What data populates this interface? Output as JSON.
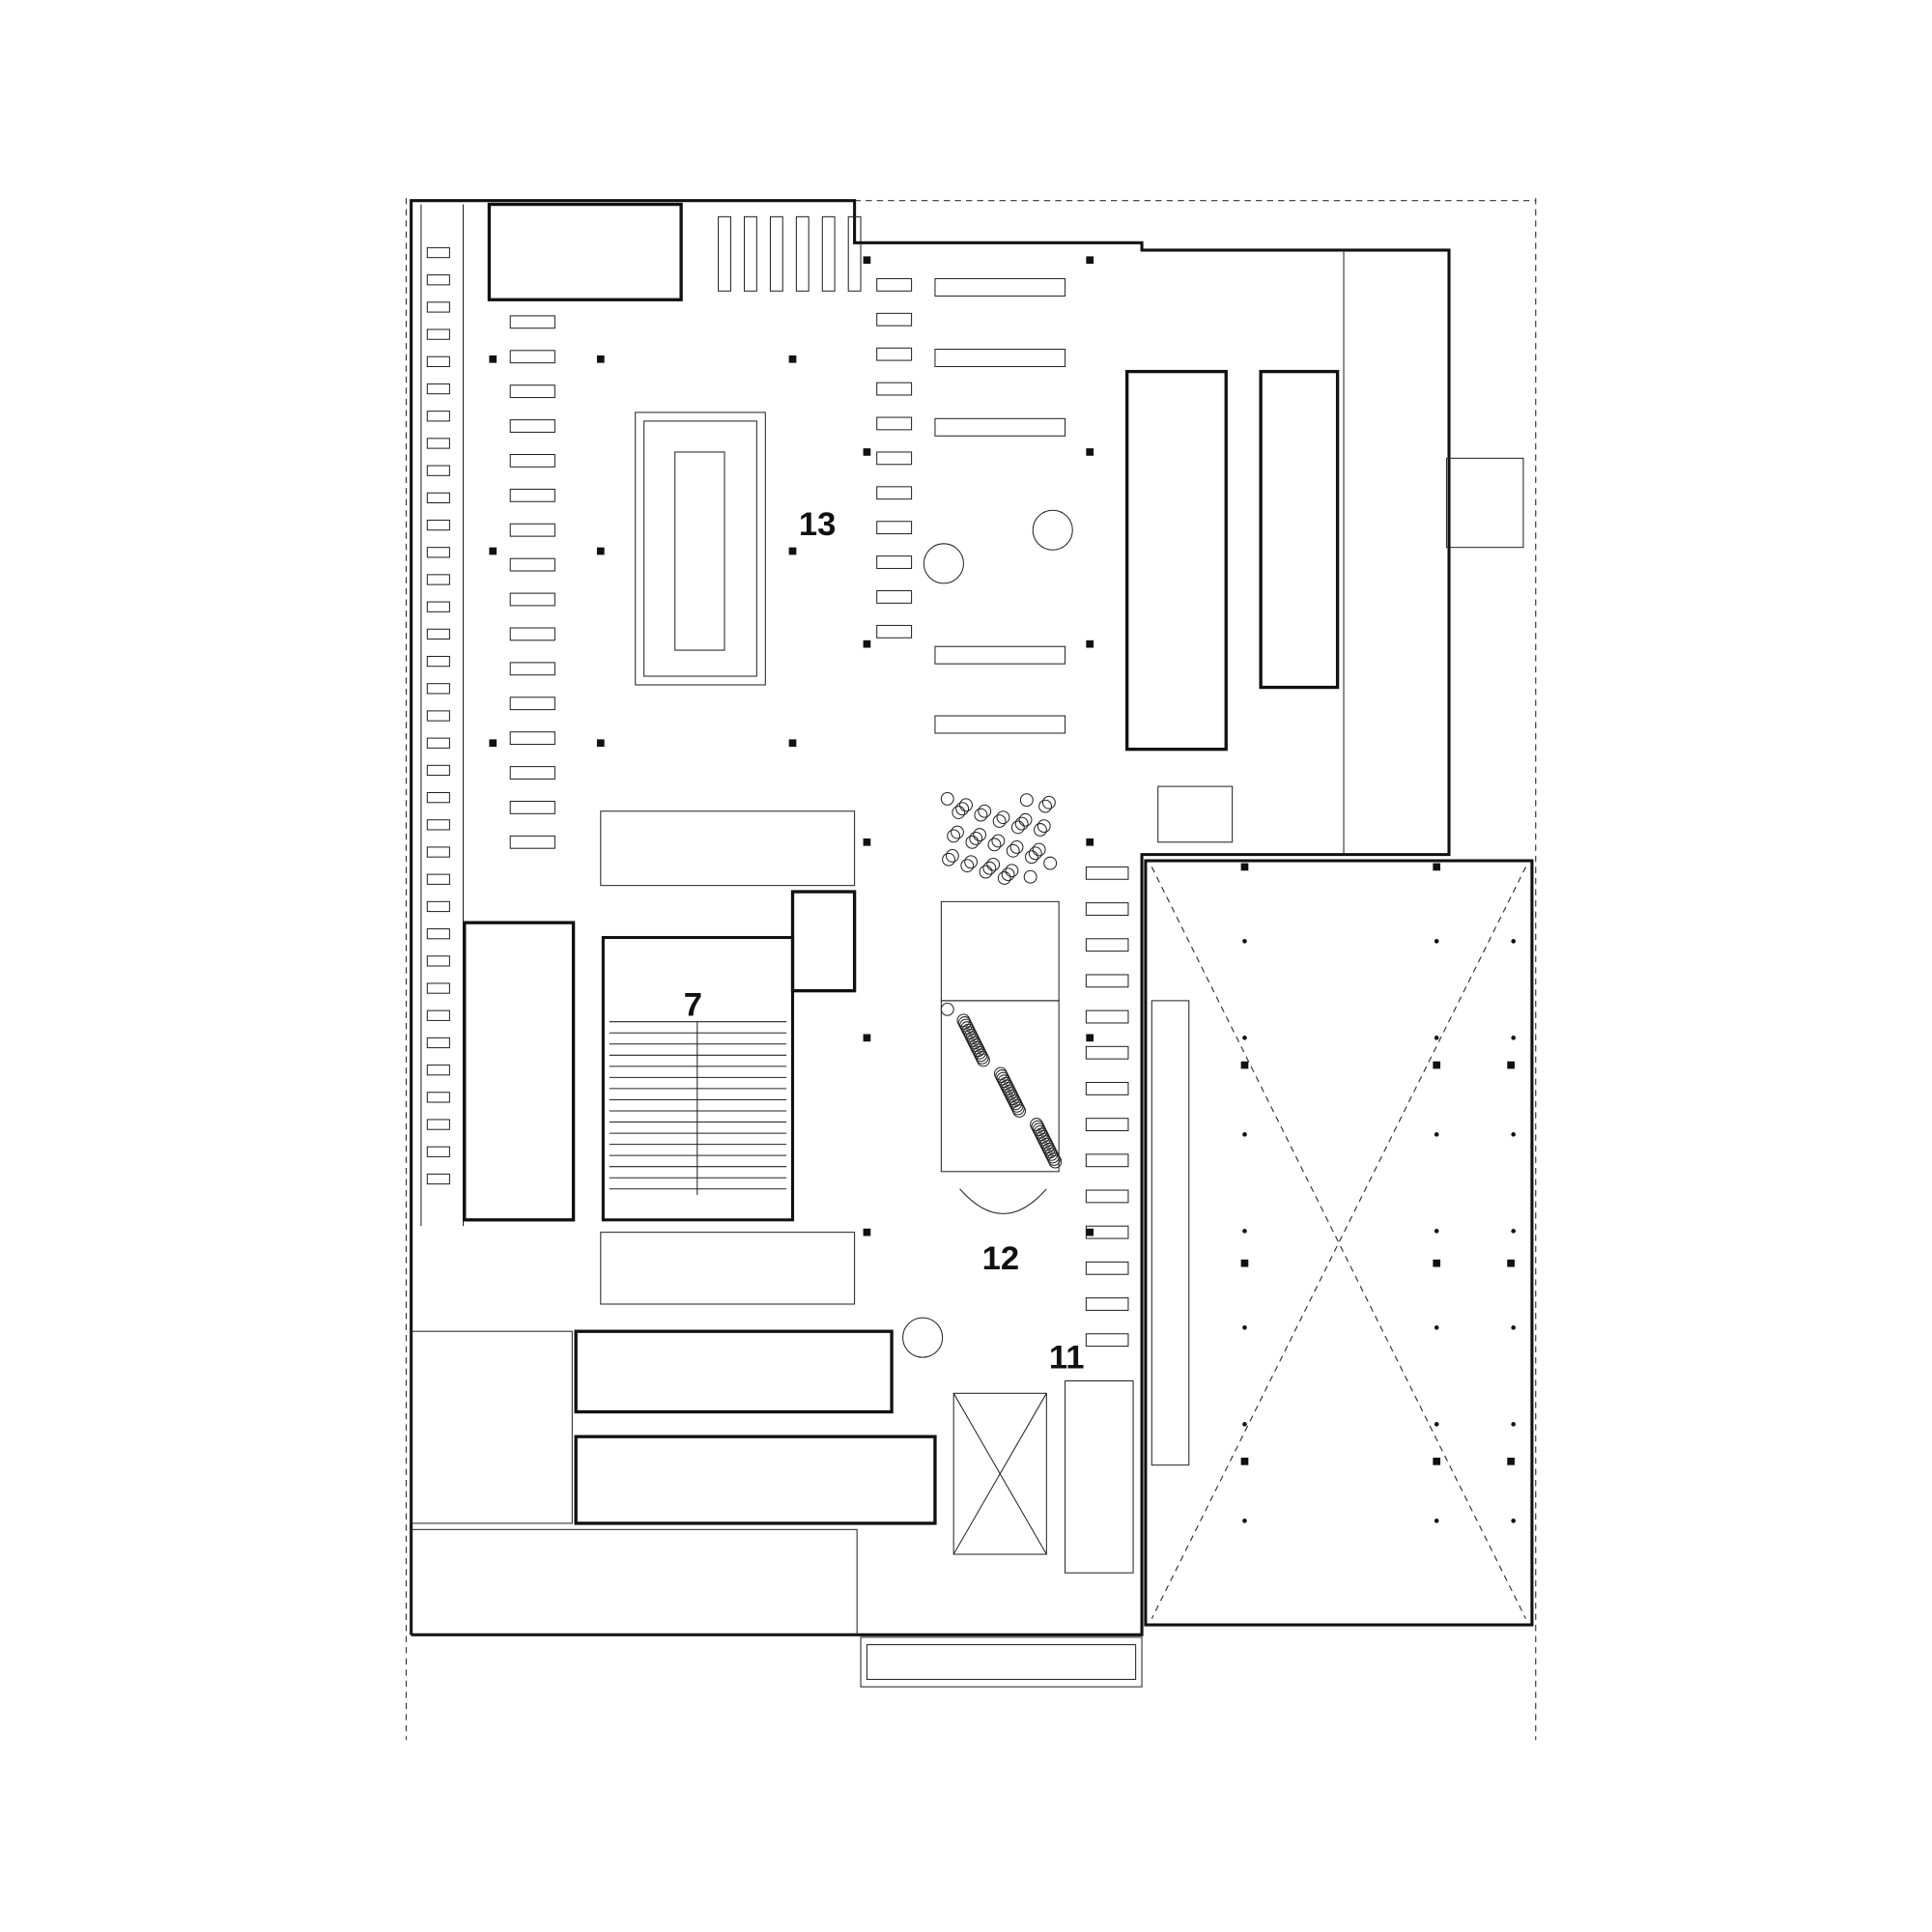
{
  "floor_plan": {
    "room_labels": [
      {
        "id": "13",
        "text": "13"
      },
      {
        "id": "7",
        "text": "7"
      },
      {
        "id": "12",
        "text": "12"
      },
      {
        "id": "11",
        "text": "11"
      }
    ]
  }
}
